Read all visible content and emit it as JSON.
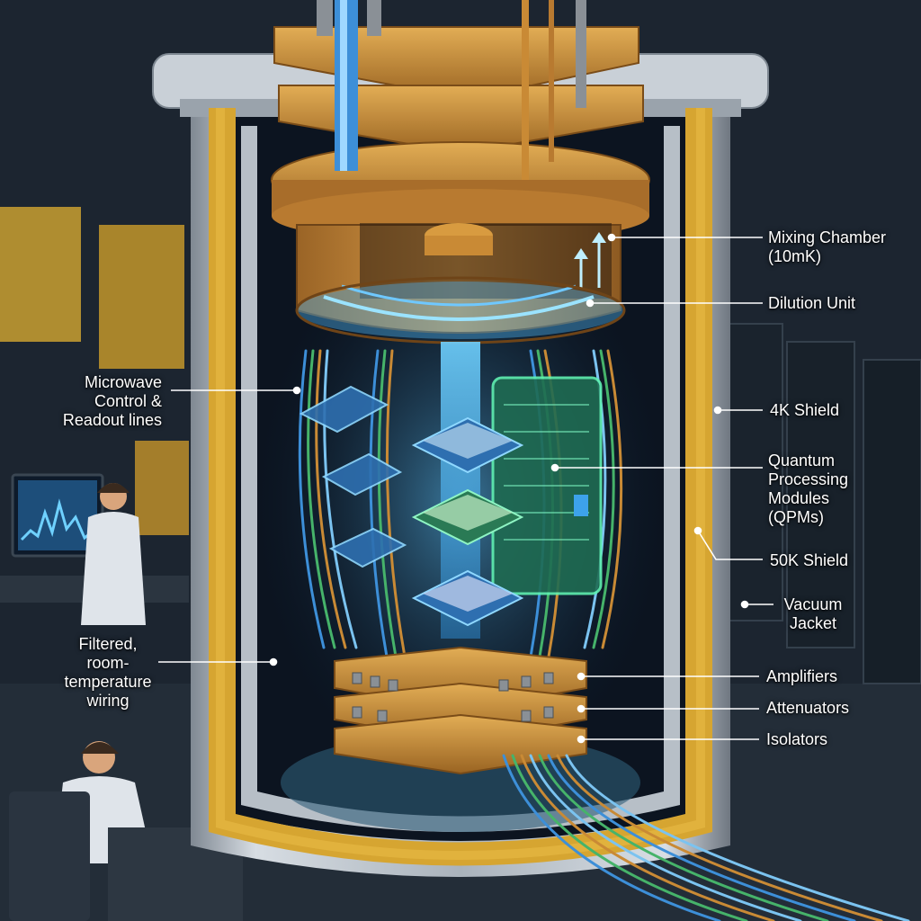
{
  "labels": {
    "mixing_chamber": "Mixing Chamber\n(10mK)",
    "dilution_unit": "Dilution Unit",
    "microwave_lines": "Microwave\nControl &\nReadout lines",
    "shield_4k": "4K Shield",
    "qpms": "Quantum\nProcessing\nModules\n(QPMs)",
    "shield_50k": "50K Shield",
    "vacuum_jacket": "Vacuum\nJacket",
    "filtered_wiring": "Filtered,\nroom-\ntemperature\nwiring",
    "amplifiers": "Amplifiers",
    "attenuators": "Attenuators",
    "isolators": "Isolators"
  },
  "colors": {
    "background": "#1c2530",
    "vacuum_jacket": "#b9c2cb",
    "gold_shield": "#d6a531",
    "copper_plate": "#c98a35",
    "coolant_blue": "#3da2ea",
    "qpm_green": "#3dd18a",
    "leader_line": "#ffffff"
  }
}
